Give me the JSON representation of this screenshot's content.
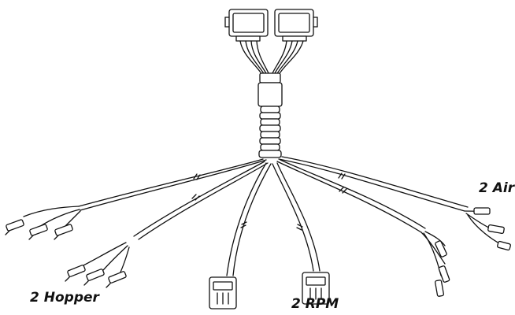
{
  "labels": {
    "hopper": "2 Hopper",
    "rpm": "2 RPM",
    "air": "2 Air"
  },
  "colors": {
    "stroke": "#111111",
    "fill": "#ffffff"
  }
}
